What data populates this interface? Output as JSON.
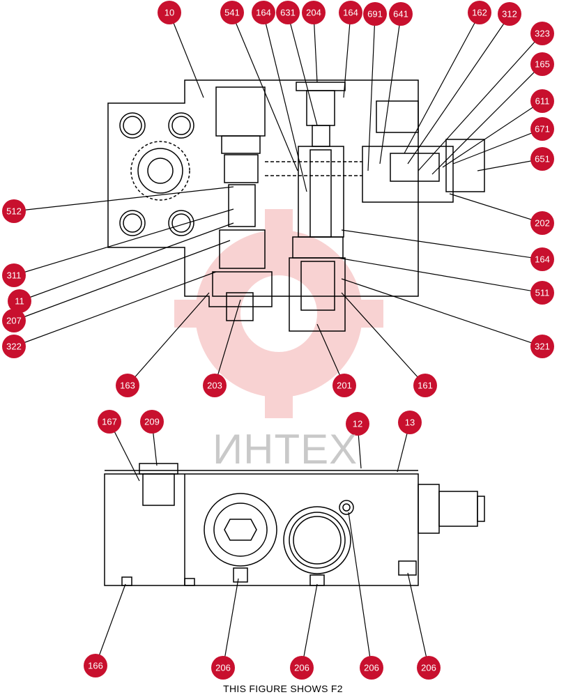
{
  "caption": "THIS FIGURE SHOWS  F2",
  "watermark": "ИНТЕХ",
  "colors": {
    "badge": "#c8102e",
    "badge_text": "#ffffff",
    "watermark": "#f2b3b3",
    "line": "#000000"
  },
  "labels": [
    {
      "id": "10",
      "text": "10"
    },
    {
      "id": "541",
      "text": "541"
    },
    {
      "id": "164a",
      "text": "164"
    },
    {
      "id": "631",
      "text": "631"
    },
    {
      "id": "204",
      "text": "204"
    },
    {
      "id": "164b",
      "text": "164"
    },
    {
      "id": "691",
      "text": "691"
    },
    {
      "id": "641",
      "text": "641"
    },
    {
      "id": "162",
      "text": "162"
    },
    {
      "id": "312",
      "text": "312"
    },
    {
      "id": "323",
      "text": "323"
    },
    {
      "id": "165",
      "text": "165"
    },
    {
      "id": "611",
      "text": "611"
    },
    {
      "id": "671",
      "text": "671"
    },
    {
      "id": "651",
      "text": "651"
    },
    {
      "id": "202",
      "text": "202"
    },
    {
      "id": "164c",
      "text": "164"
    },
    {
      "id": "511",
      "text": "511"
    },
    {
      "id": "321",
      "text": "321"
    },
    {
      "id": "161",
      "text": "161"
    },
    {
      "id": "201",
      "text": "201"
    },
    {
      "id": "203",
      "text": "203"
    },
    {
      "id": "163",
      "text": "163"
    },
    {
      "id": "512",
      "text": "512"
    },
    {
      "id": "311",
      "text": "311"
    },
    {
      "id": "11",
      "text": "11"
    },
    {
      "id": "207",
      "text": "207"
    },
    {
      "id": "322",
      "text": "322"
    },
    {
      "id": "167",
      "text": "167"
    },
    {
      "id": "209",
      "text": "209"
    },
    {
      "id": "12",
      "text": "12"
    },
    {
      "id": "13",
      "text": "13"
    },
    {
      "id": "166",
      "text": "166"
    },
    {
      "id": "206a",
      "text": "206"
    },
    {
      "id": "206b",
      "text": "206"
    },
    {
      "id": "206c",
      "text": "206"
    },
    {
      "id": "206d",
      "text": "206"
    }
  ]
}
